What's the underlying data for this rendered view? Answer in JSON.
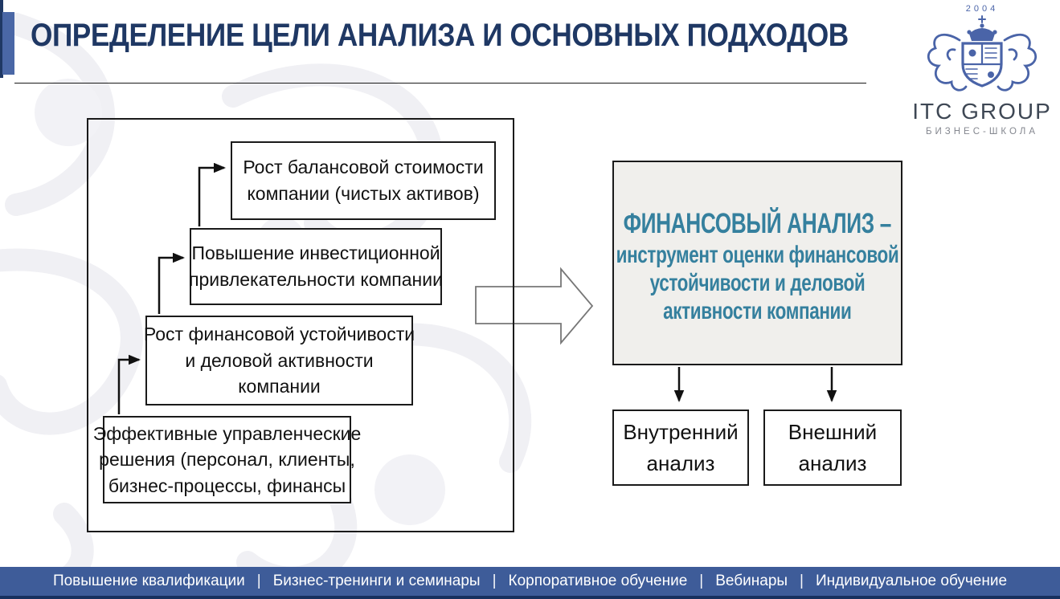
{
  "slide": {
    "title": "ОПРЕДЕЛЕНИЕ ЦЕЛИ АНАЛИЗА И ОСНОВНЫХ ПОДХОДОВ"
  },
  "logo": {
    "year": "2004",
    "company": "ITC GROUP",
    "tagline": "БИЗНЕС-ШКОЛА"
  },
  "goal_chain": {
    "boxes": [
      {
        "lines": [
          "Рост балансовой стоимости",
          "компании (чистых активов)"
        ]
      },
      {
        "lines": [
          "Повышение инвестиционной",
          "привлекательности компании"
        ]
      },
      {
        "lines": [
          "Рост финансовой устойчивости",
          "и деловой активности",
          "компании"
        ]
      },
      {
        "lines": [
          "Эффективные управленческие",
          "решения (персонал, клиенты,",
          "бизнес-процессы, финансы"
        ]
      }
    ]
  },
  "definition": {
    "heading": "ФИНАНСОВЫЙ АНАЛИЗ –",
    "lines": [
      "инструмент оценки финансовой",
      "устойчивости и деловой",
      "активности компании"
    ]
  },
  "analysis_types": [
    {
      "lines": [
        "Внутренний",
        "анализ"
      ]
    },
    {
      "lines": [
        "Внешний",
        "анализ"
      ]
    }
  ],
  "footer": {
    "separator": "|",
    "items": [
      "Повышение квалификации",
      "Бизнес-тренинги и семинары",
      "Корпоративное обучение",
      "Вебинары",
      "Индивидуальное обучение"
    ]
  },
  "colors": {
    "title_navy": "#1f3864",
    "accent_blue": "#4a67a6",
    "teal_text": "#35809e",
    "footer_blue": "#3e5c99",
    "footer_dark_strip": "#17305e",
    "logo_blue": "#4a64a8",
    "box_border": "#1a1a1a",
    "definition_box_fill": "#f0efec"
  }
}
